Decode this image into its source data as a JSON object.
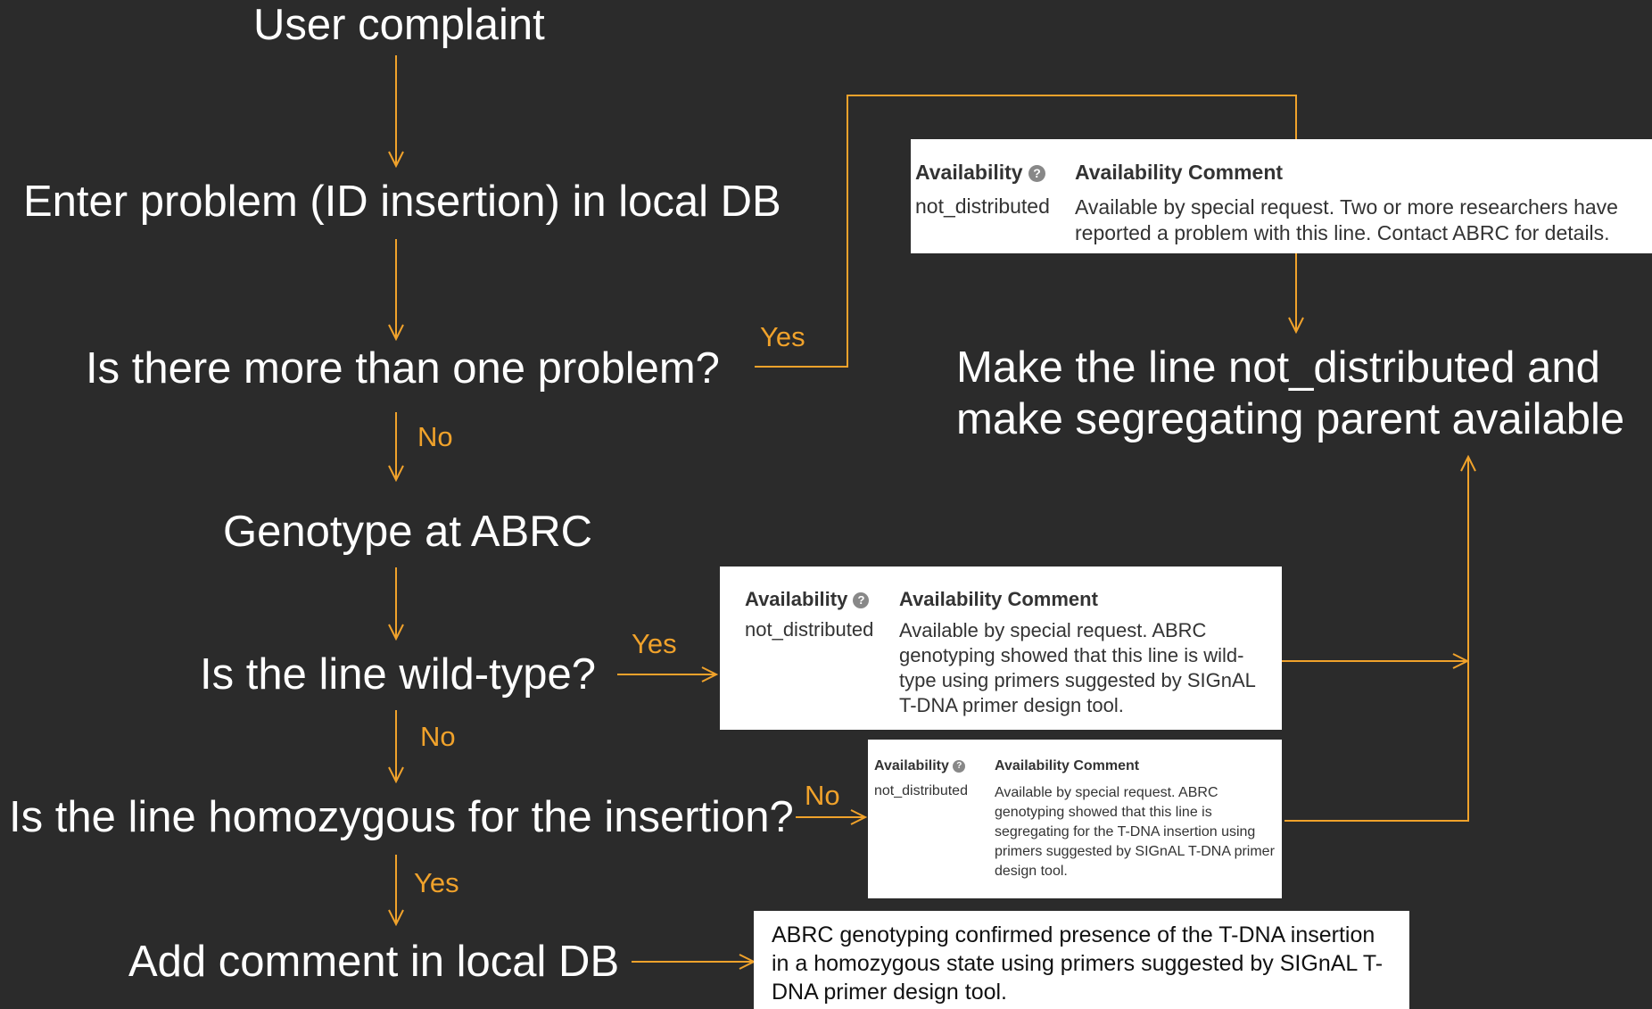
{
  "nodes": {
    "user_complaint": "User complaint",
    "enter_problem": "Enter problem (ID insertion) in local DB",
    "more_than_one": "Is there more than one problem?",
    "genotype": "Genotype at ABRC",
    "wild_type": "Is the line wild-type?",
    "homozygous": "Is the line homozygous for the insertion?",
    "add_comment": "Add comment in local DB",
    "make_not_distributed": "Make the line not_distributed and make segregating parent available"
  },
  "edge_labels": {
    "yes_more": "Yes",
    "no_more": "No",
    "yes_wild": "Yes",
    "no_wild": "No",
    "no_homo": "No",
    "yes_homo": "Yes"
  },
  "cards": {
    "multiple_problems": {
      "availability_label": "Availability",
      "comment_label": "Availability Comment",
      "status": "not_distributed",
      "comment": "Available by special request. Two or more researchers have reported a problem with this line. Contact ABRC for details."
    },
    "wild_type": {
      "availability_label": "Availability",
      "comment_label": "Availability Comment",
      "status": "not_distributed",
      "comment": "Available by special request. ABRC genotyping showed that this line is wild-type using primers suggested by SIGnAL T-DNA primer design tool."
    },
    "segregating": {
      "availability_label": "Availability",
      "comment_label": "Availability Comment",
      "status": "not_distributed",
      "comment": "Available by special request. ABRC genotyping showed that this line is segregating for the T-DNA insertion using primers suggested by SIGnAL T-DNA primer design tool."
    }
  },
  "homozygous_note": "ABRC genotyping confirmed presence of the T-DNA insertion in a homozygous state using primers suggested by SIGnAL T-DNA primer design tool.",
  "colors": {
    "background": "#2b2b2b",
    "arrow": "#f0a22b",
    "text": "#ffffff",
    "info_icon": "#888888"
  }
}
